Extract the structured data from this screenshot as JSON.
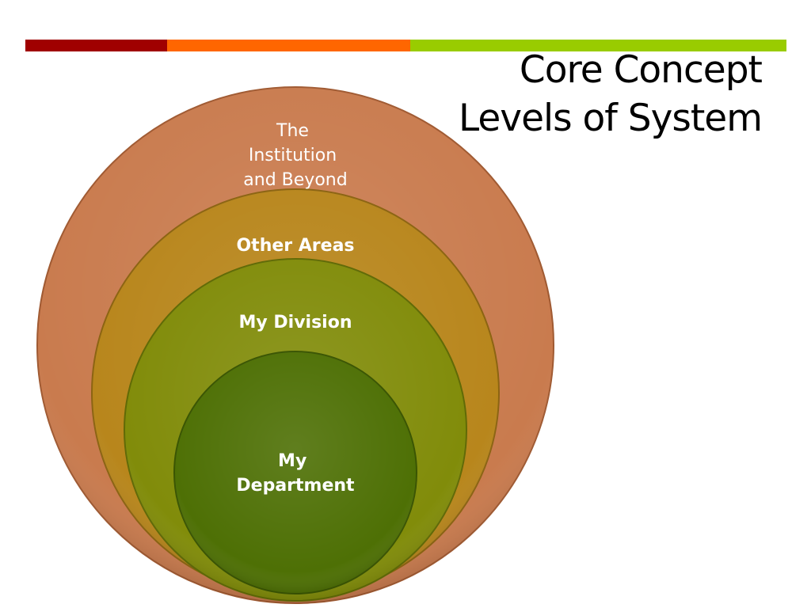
{
  "slide": {
    "title_lines": [
      "Core Concept",
      "Levels of System"
    ],
    "accent_colors": [
      "#a00000",
      "#ff6600",
      "#99cc00"
    ]
  },
  "diagram": {
    "levels": [
      {
        "label_lines": [
          "The",
          "Institution",
          "and Beyond"
        ],
        "color": "#c97b4e",
        "edge": "#a05a32"
      },
      {
        "label_lines": [
          "Other Areas"
        ],
        "color": "#b8861c",
        "edge": "#8c6412"
      },
      {
        "label_lines": [
          "My Division"
        ],
        "color": "#818c0a",
        "edge": "#606a06"
      },
      {
        "label_lines": [
          "My",
          "Department"
        ],
        "color": "#4e7005",
        "edge": "#3a5503"
      }
    ]
  }
}
